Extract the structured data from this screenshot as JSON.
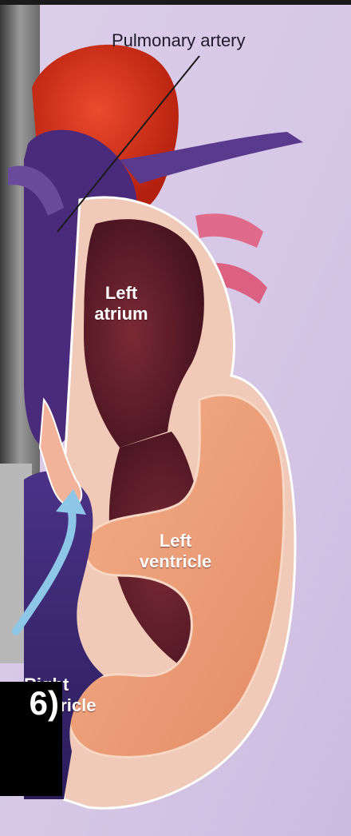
{
  "labels": {
    "pulmonary_artery": "Pulmonary artery",
    "left_atrium_line1": "Left",
    "left_atrium_line2": "atrium",
    "left_ventricle_line1": "Left",
    "left_ventricle_line2": "ventricle",
    "right_ventricle_line1": "Right",
    "right_ventricle_line2": "ventricle"
  },
  "caption": {
    "text": "6)"
  },
  "colors": {
    "background_lavender": "#d9cdea",
    "aorta_red": "#d8301c",
    "vessel_purple": "#4a2a7a",
    "heart_muscle": "#efa07a",
    "chamber_dark": "#5a1a2a",
    "right_ventricle_blue": "#3b2a6e",
    "xray_gray": "#8a8a8a"
  }
}
